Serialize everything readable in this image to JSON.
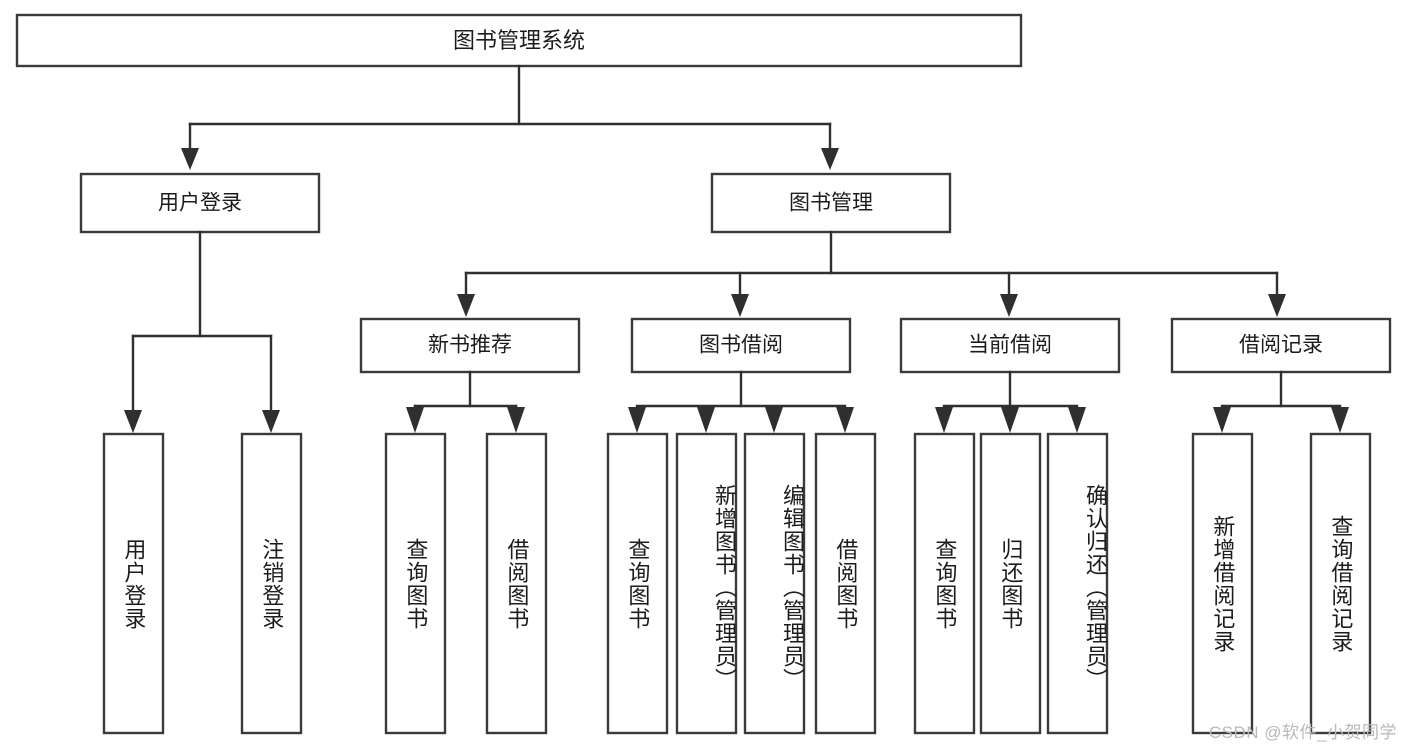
{
  "diagram": {
    "title": "图书管理系统",
    "type": "tree-hierarchy",
    "watermark": "CSDN @软件_小贺同学",
    "colors": {
      "box_border": "#3a3a3a",
      "box_fill": "#ffffff",
      "connector": "#2f2f2f",
      "text": "#1c1c1c",
      "watermark": "#b8b8b8",
      "background": "#ffffff"
    },
    "root": {
      "label": "图书管理系统"
    },
    "level2": [
      {
        "label": "用户登录"
      },
      {
        "label": "图书管理"
      }
    ],
    "level3": [
      {
        "label": "新书推荐"
      },
      {
        "label": "图书借阅"
      },
      {
        "label": "当前借阅"
      },
      {
        "label": "借阅记录"
      }
    ],
    "leaves": {
      "user_login": [
        {
          "label": "用户登录"
        },
        {
          "label": "注销登录"
        }
      ],
      "new_book_recommend": [
        {
          "label": "查询图书"
        },
        {
          "label": "借阅图书"
        }
      ],
      "book_borrow": [
        {
          "label": "查询图书"
        },
        {
          "label": "新增图书（管理员）"
        },
        {
          "label": "编辑图书（管理员）"
        },
        {
          "label": "借阅图书"
        }
      ],
      "current_borrow": [
        {
          "label": "查询图书"
        },
        {
          "label": "归还图书"
        },
        {
          "label": "确认归还（管理员）"
        }
      ],
      "borrow_record": [
        {
          "label": "新增借阅记录"
        },
        {
          "label": "查询借阅记录"
        }
      ]
    }
  }
}
